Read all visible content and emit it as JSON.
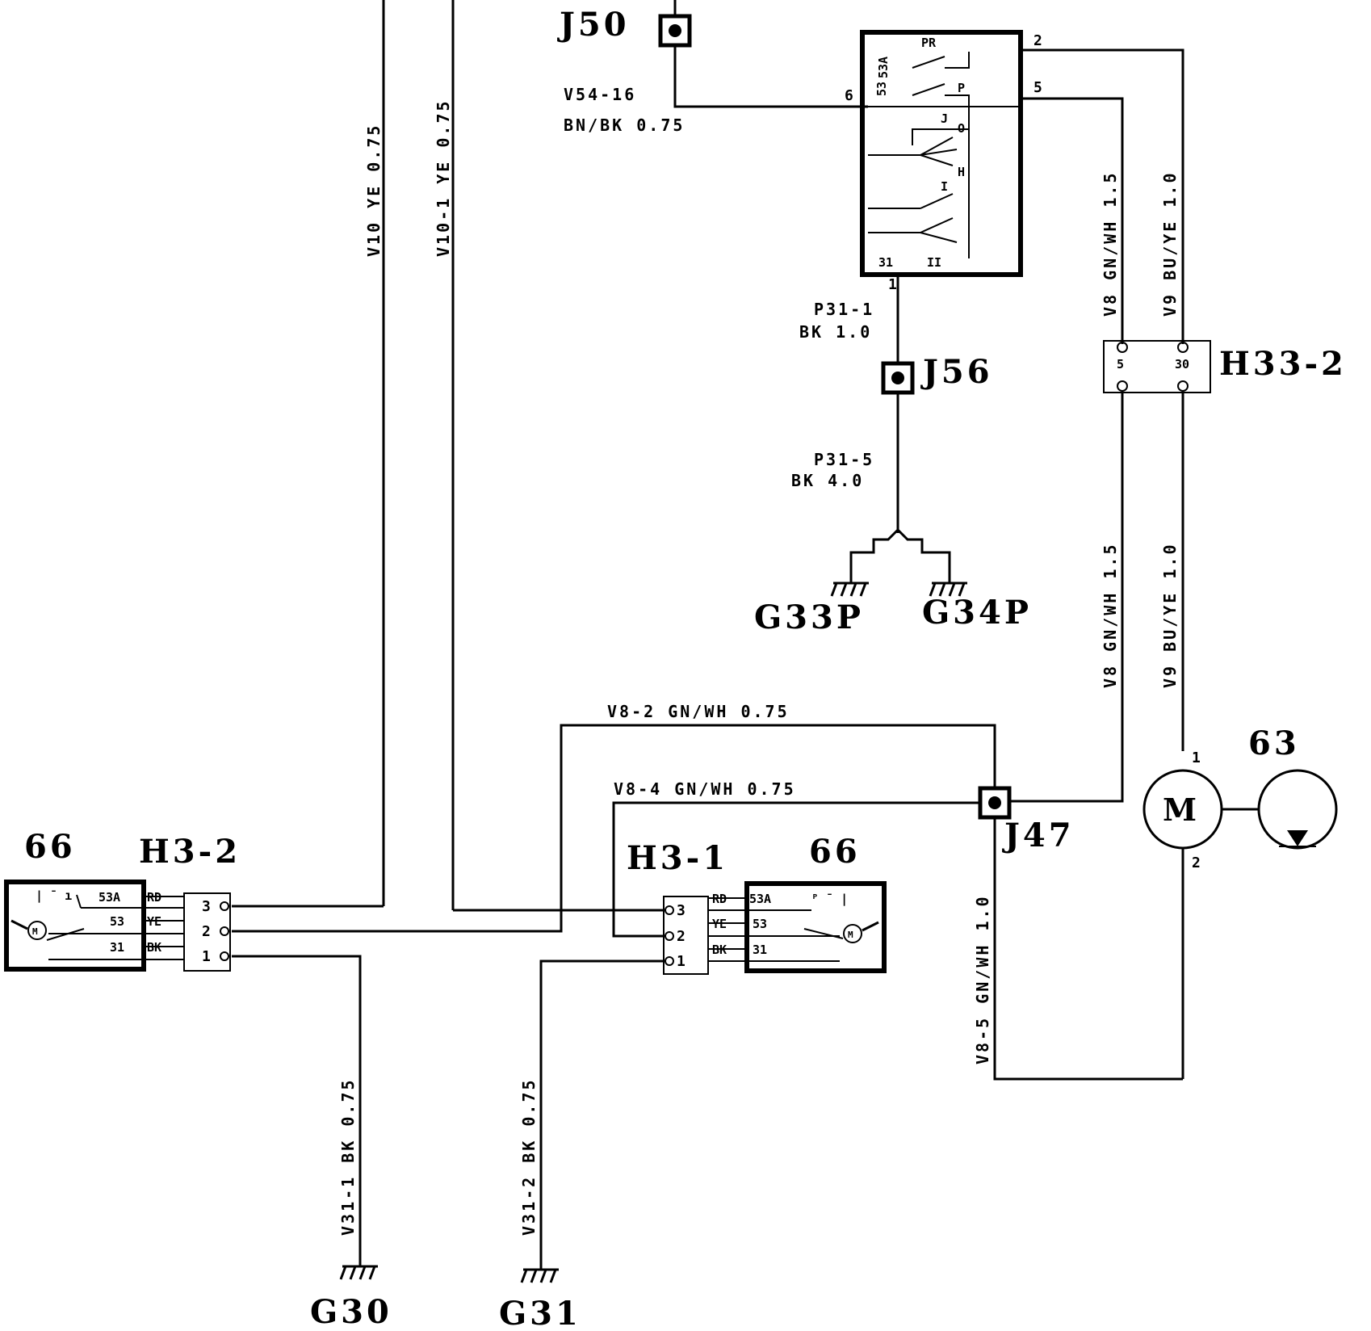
{
  "components": {
    "j50": "J50",
    "j56": "J56",
    "j47": "J47",
    "h33_2": "H33-2",
    "h3_1": "H3-1",
    "h3_2": "H3-2",
    "c66_left": "66",
    "c66_right": "66",
    "c63": "63",
    "motor_symbol": "M",
    "ground_g33p": "G33P",
    "ground_g34p": "G34P",
    "ground_g30": "G30",
    "ground_g31": "G31"
  },
  "wires": {
    "v54_16_id": "V54-16",
    "v54_16_spec": "BN/BK 0.75",
    "v10": "V10   YE 0.75",
    "v10_1": "V10-1 YE 0.75",
    "p31_1_id": "P31-1",
    "p31_1_spec": "BK 1.0",
    "p31_5_id": "P31-5",
    "p31_5_spec": "BK 4.0",
    "v8_top": "V8  GN/WH 1.5",
    "v9_top": "V9  BU/YE 1.0",
    "v8_mid": "V8  GN/WH 1.5",
    "v9_mid": "V9  BU/YE 1.0",
    "v8_2": "V8-2  GN/WH   0.75",
    "v8_4": "V8-4  GN/WH   0.75",
    "v8_5": "V8-5 GN/WH 1.0",
    "v31_1": "V31-1 BK 0.75",
    "v31_2": "V31-2 BK 0.75"
  },
  "switch_pins": {
    "pin_6": "6",
    "pin_2": "2",
    "pin_5": "5",
    "pin_1": "1",
    "pr": "PR",
    "p": "P",
    "t53a": "53A",
    "t53": "53",
    "t31": "31",
    "ii": "II",
    "j": "J",
    "o": "O",
    "h": "H",
    "i": "I"
  },
  "h33_pins": {
    "p5": "5",
    "p30": "30"
  },
  "motor63_pins": {
    "p1": "1",
    "p2": "2"
  },
  "h3_2_pins": {
    "p3": "3",
    "p2": "2",
    "p1": "1"
  },
  "h3_1_pins": {
    "p3": "3",
    "p2": "2",
    "p1": "1"
  },
  "wire_colors_left": {
    "rd": "RD",
    "ye": "YE",
    "bk": "BK"
  },
  "wire_colors_right": {
    "rd": "RD",
    "ye": "YE",
    "bk": "BK"
  },
  "motor66_left_terms": {
    "t53a": "53A",
    "t53": "53",
    "t31": "31"
  },
  "motor66_right_terms": {
    "t53a": "53A",
    "t53": "53",
    "t31": "31"
  }
}
